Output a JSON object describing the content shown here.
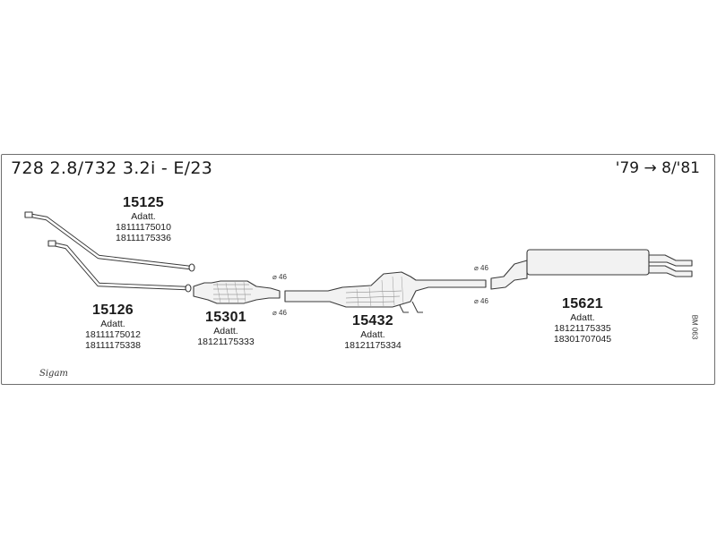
{
  "header": {
    "title": "728 2.8/732 3.2i - E/23",
    "years": "'79 → 8/'81"
  },
  "parts": [
    {
      "number": "15125",
      "label": "Adatt.",
      "refs": [
        "18111175010",
        "18111175336"
      ]
    },
    {
      "number": "15126",
      "label": "Adatt.",
      "refs": [
        "18111175012",
        "18111175338"
      ]
    },
    {
      "number": "15301",
      "label": "Adatt.",
      "refs": [
        "18121175333"
      ]
    },
    {
      "number": "15432",
      "label": "Adatt.",
      "refs": [
        "18121175334"
      ]
    },
    {
      "number": "15621",
      "label": "Adatt.",
      "refs": [
        "18121175335",
        "18301707045"
      ]
    }
  ],
  "diameters": {
    "d1": "⌀ 46",
    "d2": "⌀ 46",
    "d3": "⌀ 46",
    "d4": "⌀ 46"
  },
  "sheet_code": "BM 063",
  "logo": "Sigam"
}
